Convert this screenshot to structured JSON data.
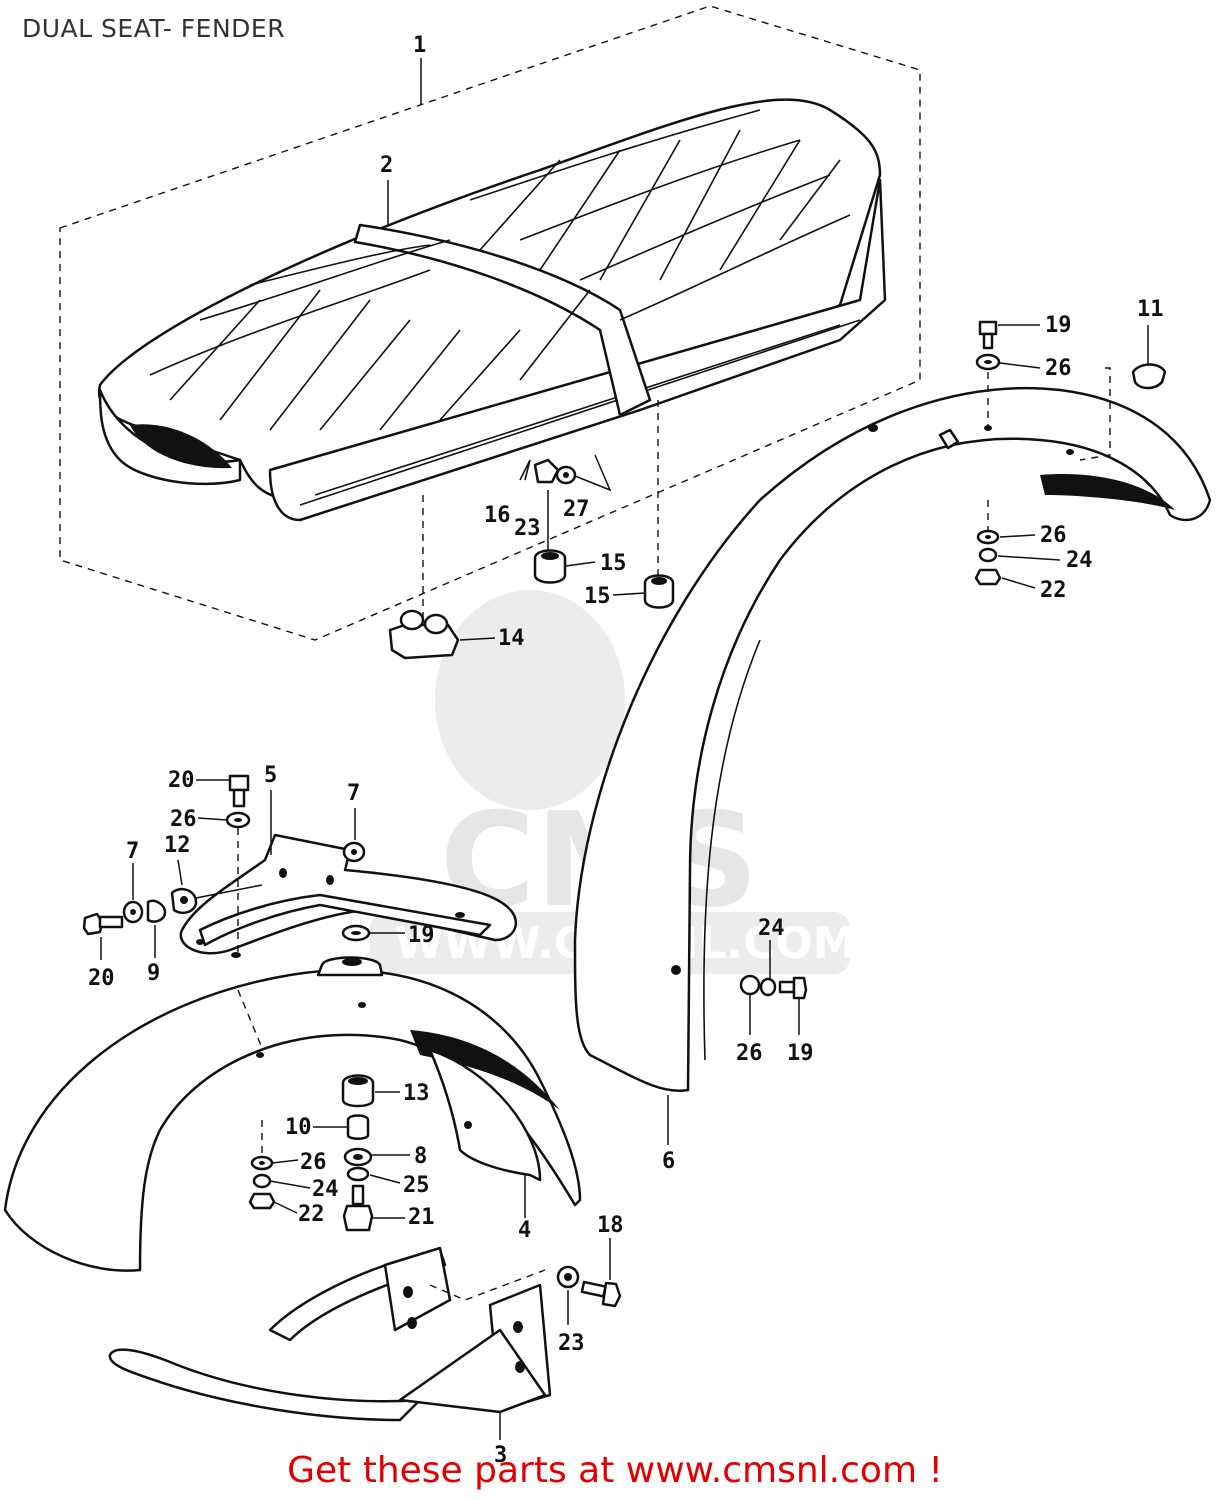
{
  "title": "DUAL SEAT- FENDER",
  "footer": "Get these parts at www.cmsnl.com !",
  "watermark": {
    "logo": "CMS",
    "url": "WWW.CMSNL.COM"
  },
  "colors": {
    "footer": "#e00000",
    "ink": "#111111",
    "watermark": "#e6e6e6"
  },
  "labels": {
    "p1": "1",
    "p2": "2",
    "p3": "3",
    "p4": "4",
    "p5": "5",
    "p6": "6",
    "p7a": "7",
    "p7b": "7",
    "p8": "8",
    "p9": "9",
    "p10": "10",
    "p11": "11",
    "p12": "12",
    "p13": "13",
    "p14": "14",
    "p15a": "15",
    "p15b": "15",
    "p16": "16",
    "p18": "18",
    "p19a": "19",
    "p19b": "19",
    "p19c": "19",
    "p20a": "20",
    "p20b": "20",
    "p21": "21",
    "p22a": "22",
    "p22b": "22",
    "p23a": "23",
    "p23b": "23",
    "p24a": "24",
    "p24b": "24",
    "p24c": "24",
    "p25": "25",
    "p26a": "26",
    "p26b": "26",
    "p26c": "26",
    "p26d": "26",
    "p26e": "26",
    "p27": "27"
  }
}
